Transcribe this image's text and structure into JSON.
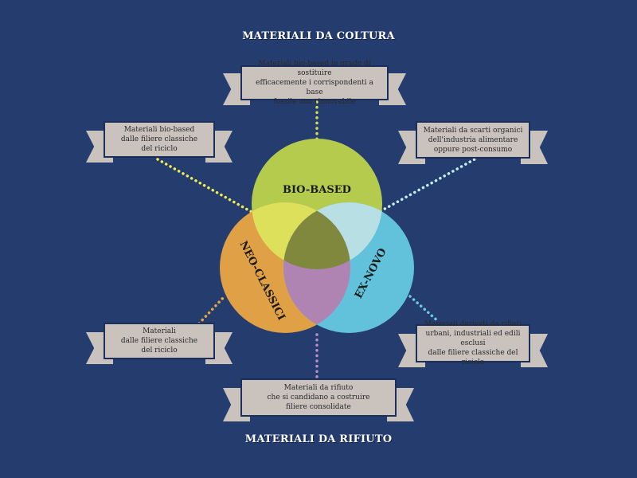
{
  "headings": {
    "top": "MATERIALI DA COLTURA",
    "bottom": "MATERIALI DA RIFIUTO"
  },
  "venn": {
    "sets": [
      {
        "name": "BIO-BASED",
        "color": "#b5cb4e"
      },
      {
        "name": "NEO-CLASSICI",
        "color": "#e0a045"
      },
      {
        "name": "EX-NOVO",
        "color": "#62c2dc"
      }
    ],
    "intersections": {
      "bio_neo": "#dde05a",
      "bio_ex": "#b7dfe4",
      "neo_ex": "#b084b2",
      "all": "#80883e"
    }
  },
  "ribbons": {
    "top": "Materiali bio-based in grado di sostituire\nefficacemente i corrispondenti a base\nfossile non rinnovabile",
    "upper_left": "Materiali bio-based\ndalle filiere classiche\ndel riciclo",
    "upper_right": "Materiali da scarti organici\ndell'industria alimentare\noppure post-consumo",
    "lower_left": "Materiali\ndalle filiere classiche\ndel riciclo",
    "lower_right": "Materiali derivati da rifiuti\nurbani, industriali ed edili esclusi\ndalle filiere classiche del riciclo",
    "bottom": "Materiali da rifiuto\nche si candidano a costruire\nfiliere consolidate"
  },
  "connector_colors": {
    "top": "#d4e04a",
    "upper_left": "#f0ec50",
    "upper_right": "#c8ecf4",
    "lower_left": "#e8a83c",
    "lower_right": "#6ccbe6",
    "bottom": "#c08cc4"
  }
}
